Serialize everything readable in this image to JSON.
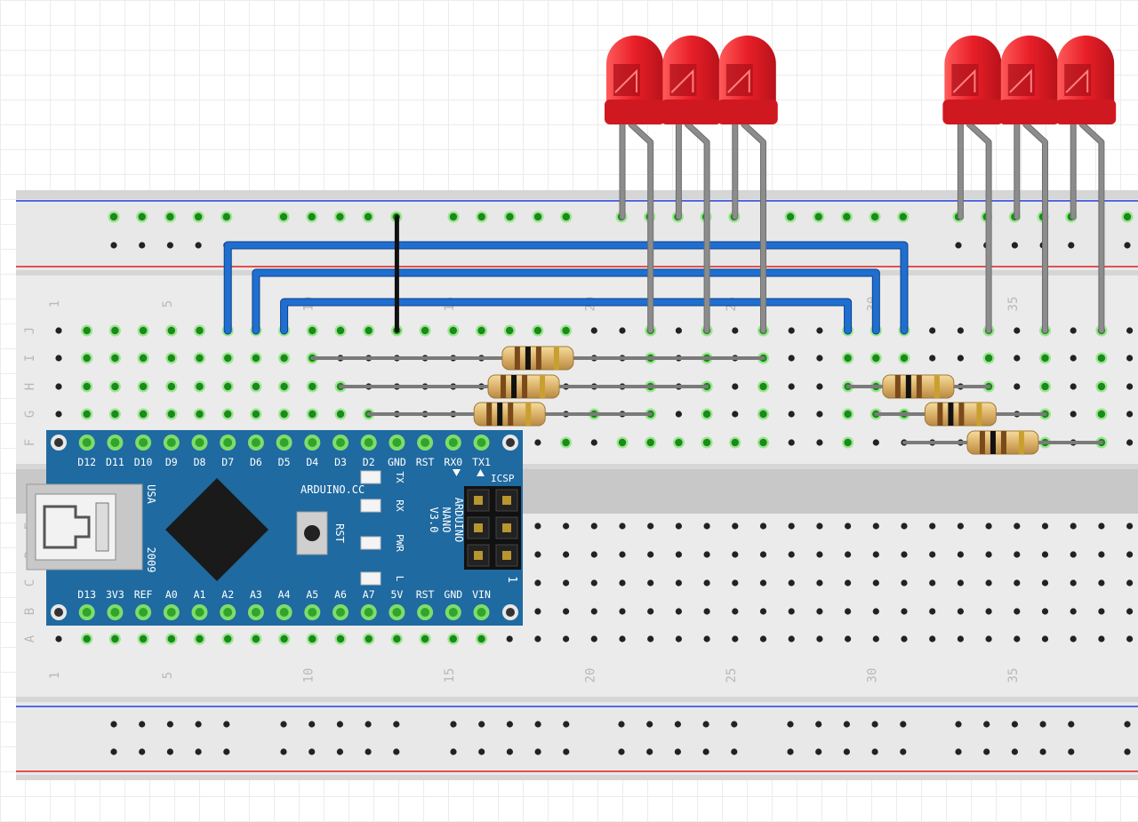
{
  "breadboard": {
    "rows_top": [
      "J",
      "I",
      "H",
      "G",
      "F"
    ],
    "rows_bottom": [
      "E",
      "D",
      "C",
      "B",
      "A"
    ],
    "column_numbers": [
      "1",
      "5",
      "10",
      "15",
      "20",
      "25",
      "30",
      "35"
    ]
  },
  "arduino": {
    "top_pins": [
      "D12",
      "D11",
      "D10",
      "D9",
      "D8",
      "D7",
      "D6",
      "D5",
      "D4",
      "D3",
      "D2",
      "GND",
      "RST",
      "RX0",
      "TX1"
    ],
    "bottom_pins": [
      "D13",
      "3V3",
      "REF",
      "A0",
      "A1",
      "A2",
      "A3",
      "A4",
      "A5",
      "A6",
      "A7",
      "5V",
      "RST",
      "GND",
      "VIN"
    ],
    "brand": "ARDUINO.CC",
    "usa": "USA",
    "year": "2009",
    "rst_label": "RST",
    "icsp": "ICSP",
    "model": [
      "ARDUINO",
      "NANO",
      "V3.0"
    ],
    "led_labels": [
      "TX",
      "RX",
      "PWR",
      "L"
    ],
    "header_number": "1",
    "colors": {
      "board": "#1f6aa0",
      "chip": "#1a1a1a"
    }
  },
  "colors": {
    "wire_blue": "#1f6fd1",
    "wire_black": "#111111",
    "led_red": "#e8202a",
    "lead_gray": "#8c8c8c",
    "rail_red": "#e02020",
    "rail_blue": "#2040e0",
    "hole_connected": "#62d25a"
  }
}
